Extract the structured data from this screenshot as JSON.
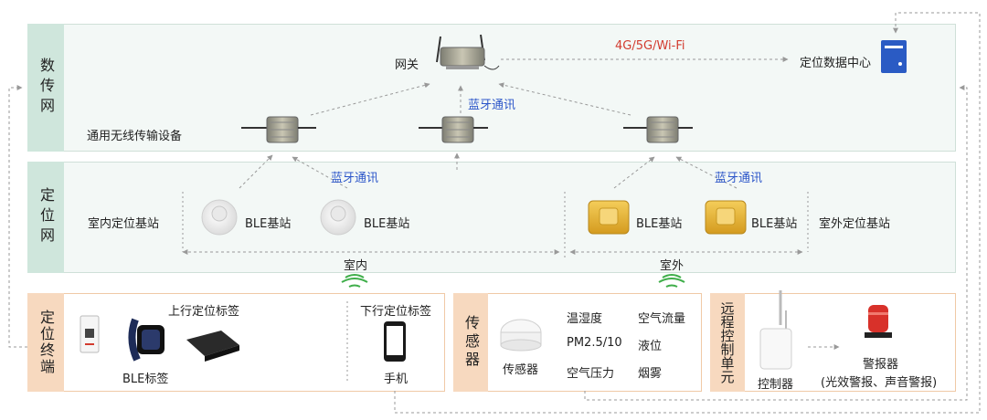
{
  "layers": {
    "transmission": "数传网",
    "positioning": "定位网",
    "terminal": "定位终端",
    "sensor": "传感器",
    "remote": "远程控制单元"
  },
  "transmission": {
    "gateway": "网关",
    "uplink": "4G/5G/Wi-Fi",
    "datacenter": "定位数据中心",
    "bluetooth": "蓝牙通讯",
    "device_label": "通用无线传输设备"
  },
  "positioning": {
    "bluetooth_left": "蓝牙通讯",
    "bluetooth_right": "蓝牙通讯",
    "indoor_station": "室内定位基站",
    "outdoor_station": "室外定位基站",
    "ble_station": "BLE基站",
    "indoor": "室内",
    "outdoor": "室外"
  },
  "terminal": {
    "uplink_tag": "上行定位标签",
    "downlink_tag": "下行定位标签",
    "ble_tag": "BLE标签",
    "phone": "手机"
  },
  "sensor": {
    "device": "传感器",
    "items": [
      "温湿度",
      "空气流量",
      "PM2.5/10",
      "液位",
      "空气压力",
      "烟雾"
    ]
  },
  "remote": {
    "controller": "控制器",
    "alarm": "警报器",
    "alarm_desc": "(光效警报、声音警报)"
  },
  "colors": {
    "band_border": "#cfe0d8",
    "side_green": "#cfe6dc",
    "side_peach": "#f7d9bf",
    "blue_text": "#2c56c9",
    "red_text": "#d23b2f",
    "signal_green": "#3fae4a",
    "ble_yellow": "#e8b437",
    "server_blue": "#2a5bc4",
    "alarm_red": "#d8312a"
  }
}
